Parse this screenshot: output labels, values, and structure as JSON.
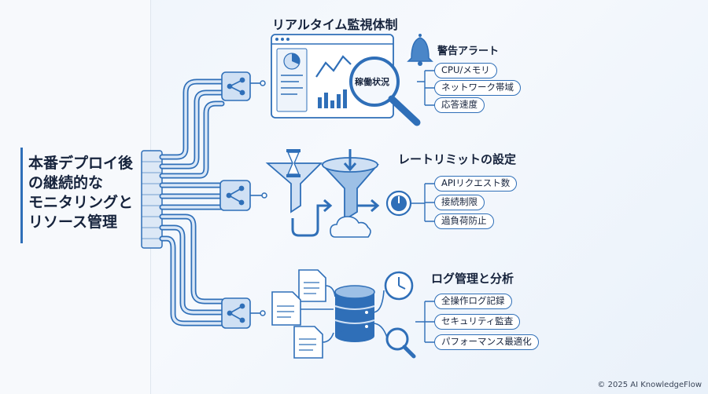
{
  "main_title": {
    "lines": [
      "本番デプロイ後",
      "の継続的な",
      "モニタリングと",
      "リソース管理"
    ]
  },
  "sections": [
    {
      "title": "リアルタイム監視体制",
      "sub_title": "警告アラート",
      "magnifier_label": "稼働状況",
      "items": [
        "CPU/メモリ",
        "ネットワーク帯域",
        "応答速度"
      ]
    },
    {
      "title": "レートリミットの設定",
      "items": [
        "APIリクエスト数",
        "接続制限",
        "過負荷防止"
      ]
    },
    {
      "title": "ログ管理と分析",
      "items": [
        "全操作ログ記録",
        "セキュリティ監査",
        "パフォーマンス最適化"
      ]
    }
  ],
  "icons": [
    "bell-icon",
    "magnifier-icon",
    "dashboard-icon",
    "hourglass-icon",
    "funnel-icon",
    "gauge-icon",
    "cloud-icon",
    "document-icon",
    "database-icon",
    "clock-icon",
    "search-icon",
    "network-node-icon"
  ],
  "colors": {
    "accent": "#2f6fb8",
    "light": "#cfe0f4",
    "dark": "#1d2b45"
  },
  "copyright": "© 2025 AI KnowledgeFlow"
}
